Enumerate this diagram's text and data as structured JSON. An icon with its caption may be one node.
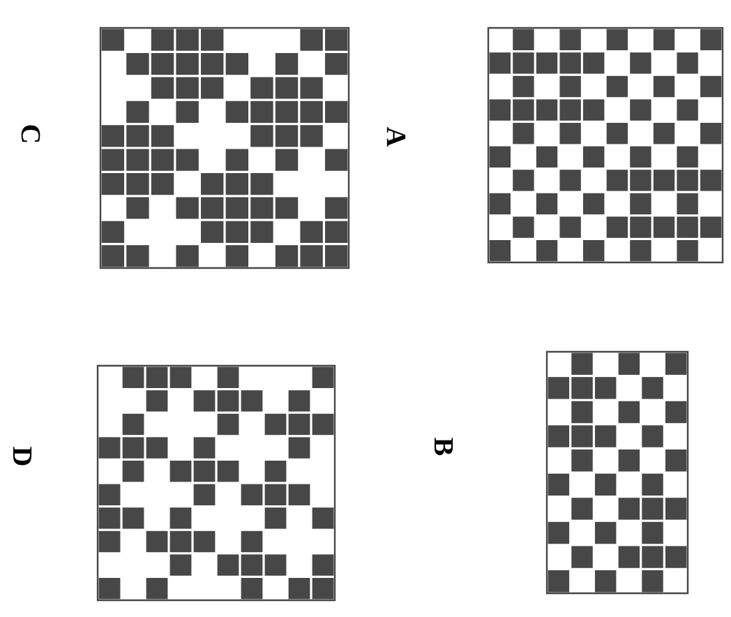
{
  "diagram": {
    "labels": [
      "C",
      "A",
      "D",
      "B"
    ]
  }
}
